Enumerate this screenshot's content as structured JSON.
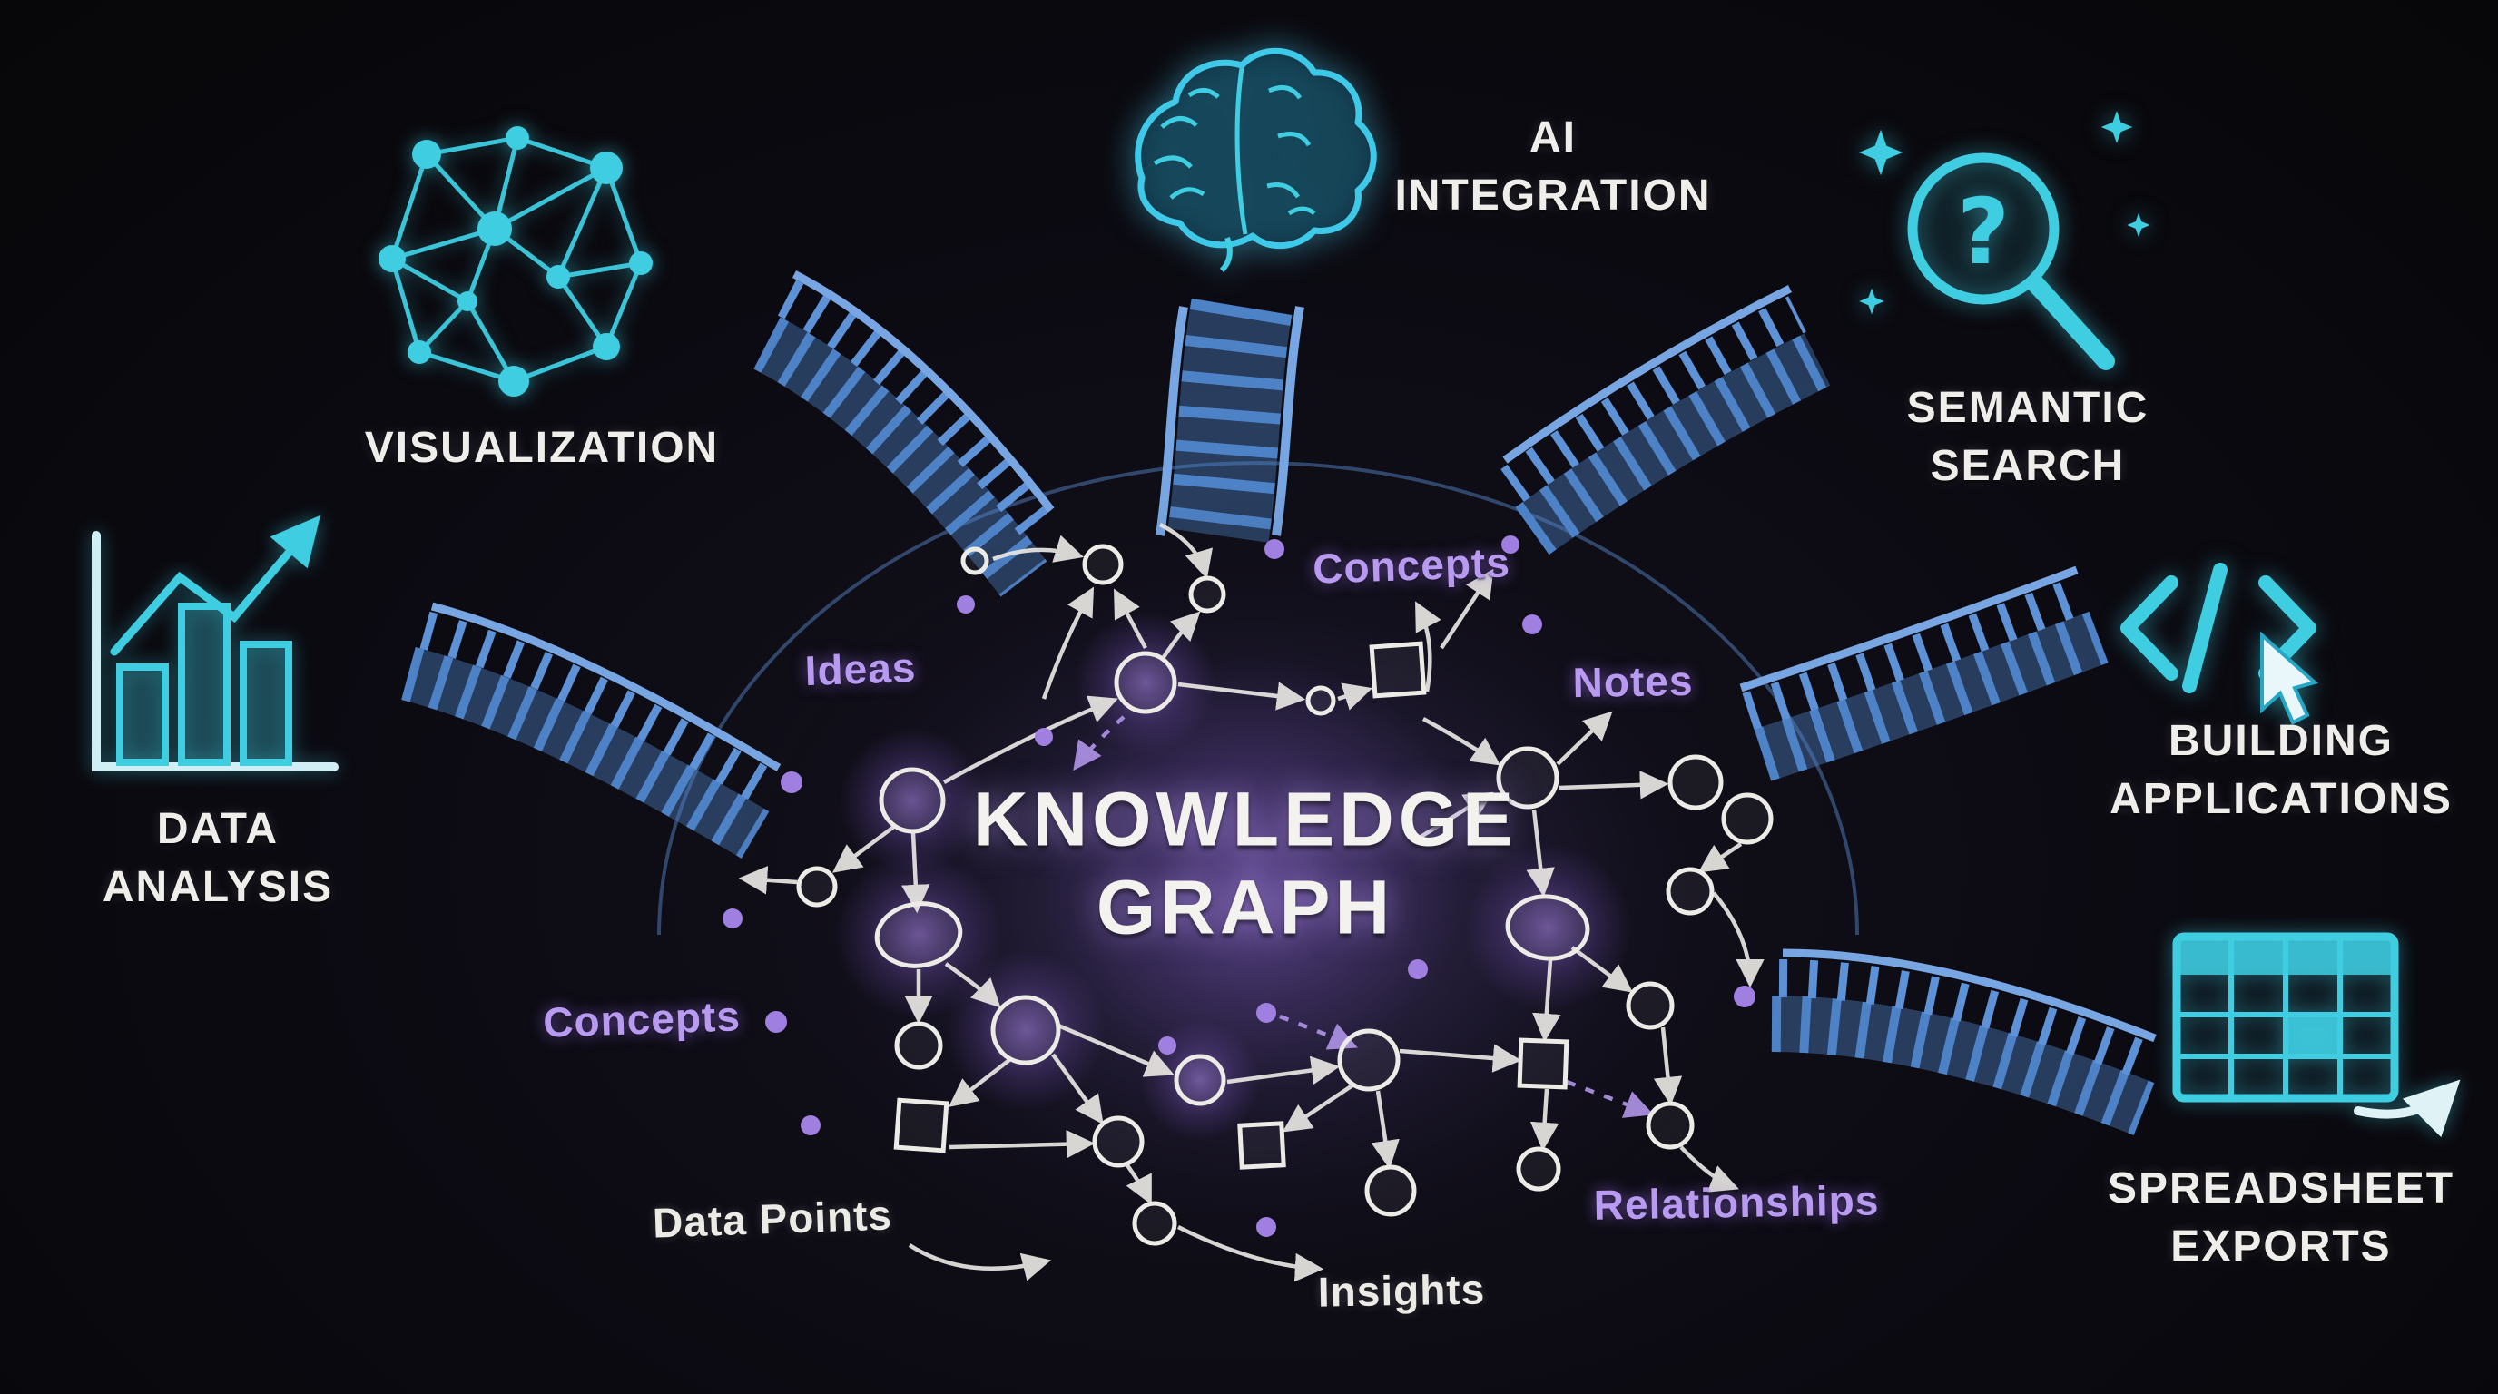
{
  "scene": {
    "description": "Hand-drawn chalkboard diagram of a central knowledge graph connected by bridges to six capabilities"
  },
  "center": {
    "title_lines": [
      "KNOWLEDGE",
      "GRAPH"
    ],
    "node_labels": [
      {
        "id": "concepts-top",
        "text": "Concepts",
        "color": "purple"
      },
      {
        "id": "ideas",
        "text": "Ideas",
        "color": "purple"
      },
      {
        "id": "notes",
        "text": "Notes",
        "color": "purple"
      },
      {
        "id": "concepts-left",
        "text": "Concepts",
        "color": "purple"
      },
      {
        "id": "relationships",
        "text": "Relationships",
        "color": "purple"
      },
      {
        "id": "data-points",
        "text": "Data Points",
        "color": "white"
      },
      {
        "id": "insights",
        "text": "Insights",
        "color": "white"
      }
    ]
  },
  "features": [
    {
      "id": "ai-integration",
      "icon": "brain-icon",
      "lines": [
        "AI",
        "INTEGRATION"
      ]
    },
    {
      "id": "visualization",
      "icon": "network-graph-icon",
      "lines": [
        "VISUALIZATION"
      ]
    },
    {
      "id": "semantic-search",
      "icon": "search-magnifier-icon",
      "lines": [
        "SEMANTIC",
        "SEARCH"
      ]
    },
    {
      "id": "data-analysis",
      "icon": "bar-chart-icon",
      "lines": [
        "DATA",
        "ANALYSIS"
      ]
    },
    {
      "id": "building-applications",
      "icon": "code-icon",
      "lines": [
        "BUILDING",
        "APPLICATIONS"
      ]
    },
    {
      "id": "spreadsheet-exports",
      "icon": "spreadsheet-icon",
      "lines": [
        "SPREADSHEET",
        "EXPORTS"
      ]
    }
  ],
  "colors": {
    "cyan": "#3fcde2",
    "bridge_blue": "#4e82c6",
    "purple": "#b89bf0",
    "chalk_white": "#f0eeea",
    "background": "#0b0a11"
  }
}
